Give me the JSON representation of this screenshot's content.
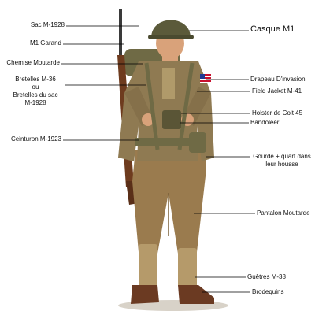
{
  "labels": {
    "sac": "Sac M-1928",
    "garand": "M1 Garand",
    "chemise": "Chemise Moutarde",
    "bretelles_1": "Bretelles M-36",
    "bretelles_2": "ou",
    "bretelles_3": "Bretelles du sac",
    "bretelles_4": "M-1928",
    "ceinturon": "Ceinturon M-1923",
    "casque": "Casque M1",
    "drapeau": "Drapeau D'invasion",
    "field_jacket": "Field Jacket M-41",
    "holster": "Holster de Colt 45",
    "bandoleer": "Bandoleer",
    "gourde_1": "Gourde + quart dans",
    "gourde_2": "leur housse",
    "pantalon": "Pantalon Moutarde",
    "guetres": "Guêtres M-38",
    "brodequins": "Brodequins"
  },
  "colors": {
    "helmet": "#5b5a3a",
    "jacket": "#8f7a52",
    "trousers": "#9a7b4e",
    "gaiters": "#b59a6a",
    "boots": "#6b3a22",
    "rifle_wood": "#6e3b1e",
    "skin": "#d9a27a",
    "webbing": "#6f6a45",
    "leader_line": "#000000"
  },
  "icons": [
    "us-flag-icon"
  ]
}
